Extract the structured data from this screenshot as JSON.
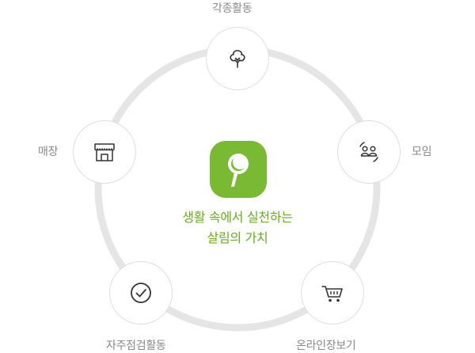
{
  "center": {
    "line1": "생활 속에서 실천하는",
    "line2": "살림의 가치",
    "accent_color": "#7ab934",
    "logo_icon": "sprout-leaf-icon"
  },
  "ring_color": "#e5e5e5",
  "nodes": {
    "activities": {
      "label": "각종활동",
      "icon": "tree-icon"
    },
    "meeting": {
      "label": "모임",
      "icon": "people-exchange-icon"
    },
    "online_shopping": {
      "label": "온라인장보기",
      "icon": "shopping-cart-icon"
    },
    "self_check": {
      "label": "자주점검활동",
      "icon": "check-circle-icon"
    },
    "store": {
      "label": "매장",
      "icon": "storefront-icon"
    }
  }
}
